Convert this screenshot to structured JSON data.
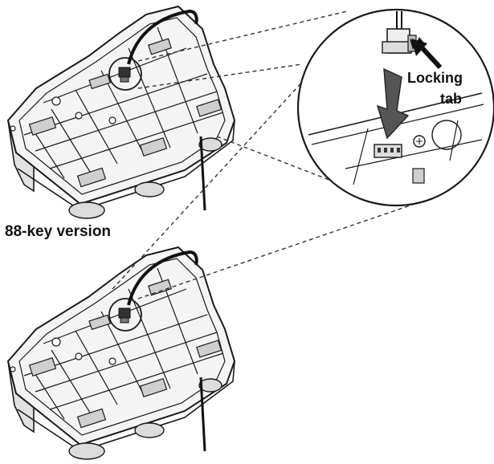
{
  "labels": {
    "version": "88-key version",
    "callout_line1": "Locking",
    "callout_line2": "tab"
  },
  "colors": {
    "line": "#1a1a1a",
    "fill": "#f4f4f4",
    "shade": "#cfcfcf"
  }
}
